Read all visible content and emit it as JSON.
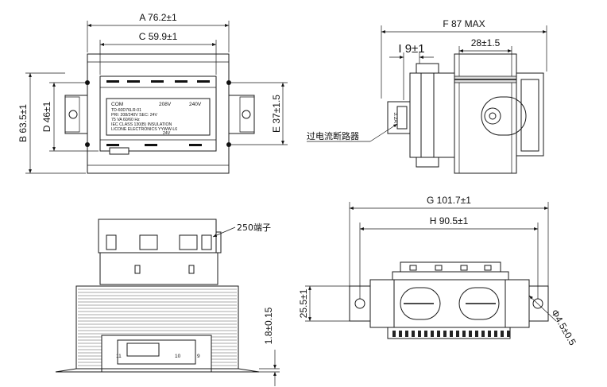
{
  "front_view": {
    "dim_a": "A 76.2±1",
    "dim_c": "C 59.9±1",
    "dim_b": "B 63.5±1",
    "dim_d": "D 46±1",
    "dim_e": "E 37±1.5",
    "nameplate": {
      "line1_left": "COM",
      "line1_mid": "208V",
      "line1_right": "240V",
      "line2": "TD-60D76LR-01",
      "line3": "PRI: 208/240V   SEC: 24V",
      "line4": "75 VA   60/60 Hz",
      "line5": "IEC CLASS 130(B) INSULATION",
      "line6": "LICONE  ELECTRONICS   YYWW-L6",
      "line7": "24V"
    }
  },
  "side_view": {
    "dim_f": "F 87 MAX",
    "dim_i": "I 9±1",
    "dim_28": "28±1.5",
    "breaker_label": "过电流断路器",
    "breaker_text": "3.2A"
  },
  "bottom_left_view": {
    "terminal_label": "250端子",
    "dim_thickness": "1.8±0.15",
    "pin_left": "11",
    "pin_mid": "10",
    "pin_right": "9"
  },
  "bottom_right_view": {
    "dim_g": "G 101.7±1",
    "dim_h": "H 90.5±1",
    "dim_height": "25.5±1",
    "dim_hole": "Φ4.5±0.5"
  }
}
